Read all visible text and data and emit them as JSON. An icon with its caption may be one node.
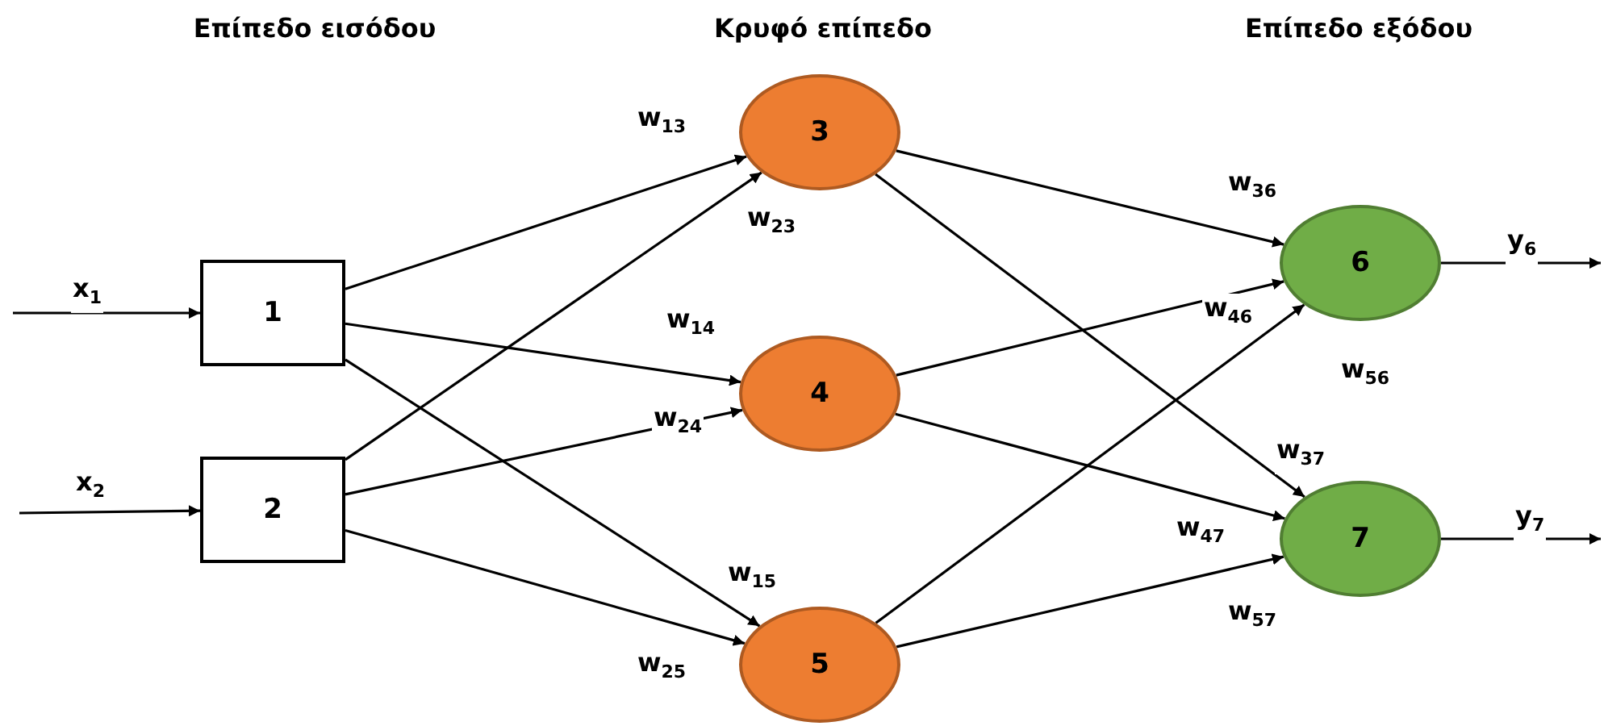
{
  "diagram": {
    "nodes": [
      {
        "text": [
          "1"
        ]
      },
      {
        "text": [
          "2"
        ]
      },
      {
        "text": [
          "3"
        ]
      },
      {
        "text": [
          "4"
        ]
      },
      {
        "text": [
          "5"
        ]
      },
      {
        "text": [
          "6"
        ]
      },
      {
        "text": [
          "7"
        ]
      }
    ],
    "edges": [
      {
        "from": null,
        "to": 0,
        "arrow": "to",
        "label": "x$_{1}$"
      },
      {
        "from": null,
        "to": 1,
        "arrow": "to",
        "label": "x$_{2}$"
      },
      {
        "from": 0,
        "to": 2,
        "arrow": "to",
        "label": "w$_{13}$"
      },
      {
        "from": 0,
        "to": 3,
        "arrow": "to",
        "label": "w$_{14}$"
      },
      {
        "from": 0,
        "to": 4,
        "arrow": "to",
        "label": "w$_{15}$"
      },
      {
        "from": 1,
        "to": 2,
        "arrow": "to",
        "label": "w$_{23}$"
      },
      {
        "from": 1,
        "to": 3,
        "arrow": "to",
        "label": "w$_{24}$"
      },
      {
        "from": 1,
        "to": 4,
        "arrow": "to",
        "label": "w$_{25}$"
      },
      {
        "from": 2,
        "to": 5,
        "arrow": "to",
        "label": "w$_{36}$"
      },
      {
        "from": 2,
        "to": 6,
        "arrow": "to",
        "label": "w$_{37}$"
      },
      {
        "from": 3,
        "to": 5,
        "arrow": "to",
        "label": "w$_{46}$"
      },
      {
        "from": 3,
        "to": 6,
        "arrow": "to",
        "label": "w$_{47}$"
      },
      {
        "from": 4,
        "to": 5,
        "arrow": "to",
        "label": "w$_{56}$"
      },
      {
        "from": 4,
        "to": 6,
        "arrow": "to",
        "label": "w$_{57}$"
      },
      {
        "from": 5,
        "to": null,
        "arrow": "to",
        "label": "y$_{6}$"
      },
      {
        "from": 6,
        "to": null,
        "arrow": "to",
        "label": "y$_{7}$"
      }
    ],
    "labels": [
      "Επίπεδο εισόδου",
      "Κρυφό επίπεδο",
      "Επίπεδο εξόδου"
    ]
  }
}
